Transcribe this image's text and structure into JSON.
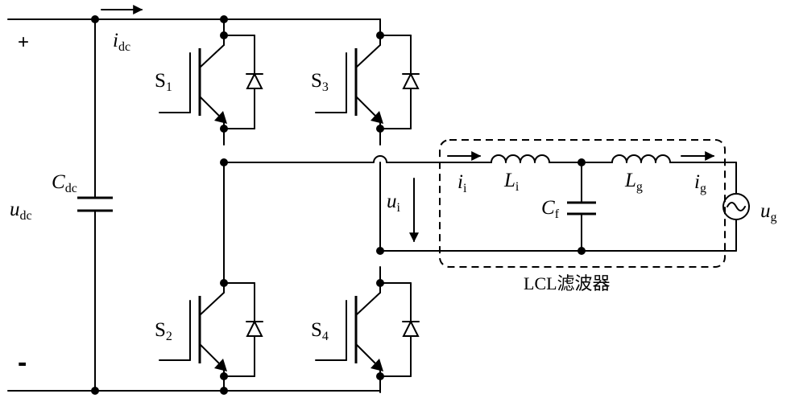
{
  "dc_link": {
    "plus_sign": "+",
    "minus_sign": "-",
    "voltage": {
      "sym": "u",
      "sub": "dc"
    },
    "current": {
      "sym": "i",
      "sub": "dc"
    },
    "capacitor": {
      "sym": "C",
      "sub": "dc"
    }
  },
  "switches": [
    {
      "sym": "S",
      "sub": "1"
    },
    {
      "sym": "S",
      "sub": "2"
    },
    {
      "sym": "S",
      "sub": "3"
    },
    {
      "sym": "S",
      "sub": "4"
    }
  ],
  "inverter_output": {
    "voltage": {
      "sym": "u",
      "sub": "i"
    }
  },
  "filter": {
    "caption": "LCL滤波器",
    "inverter_current": {
      "sym": "i",
      "sub": "i"
    },
    "inverter_inductor": {
      "sym": "L",
      "sub": "i"
    },
    "filter_capacitor": {
      "sym": "C",
      "sub": "f"
    },
    "grid_inductor": {
      "sym": "L",
      "sub": "g"
    },
    "grid_current": {
      "sym": "i",
      "sub": "g"
    }
  },
  "grid": {
    "voltage": {
      "sym": "u",
      "sub": "g"
    }
  }
}
